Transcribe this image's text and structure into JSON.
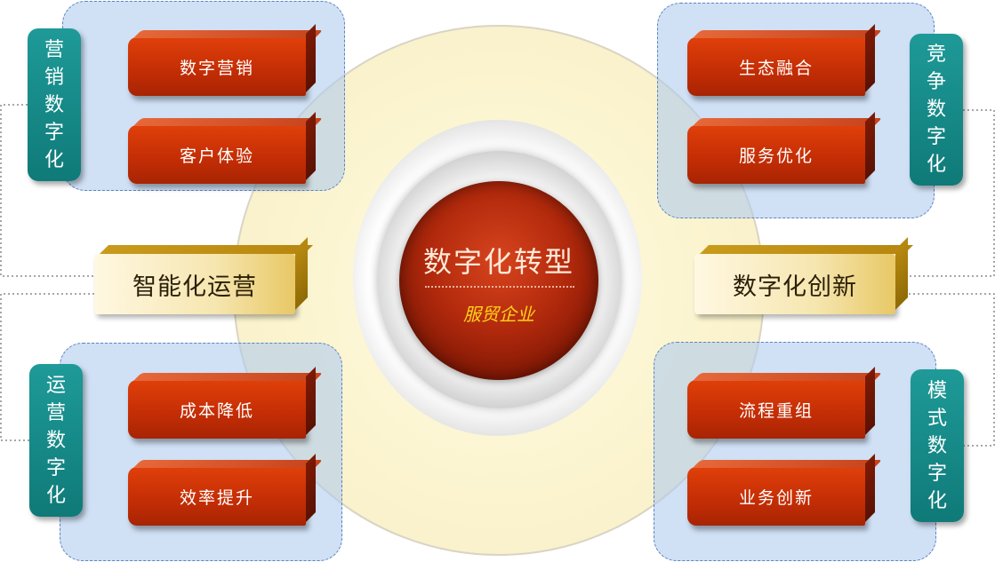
{
  "center": {
    "title": "数字化转型",
    "subtitle": "服贸企业"
  },
  "gold": {
    "left": "智能化运营",
    "right": "数字化创新"
  },
  "quadrants": {
    "top_left": {
      "label": [
        "营",
        "销",
        "数",
        "字",
        "化"
      ],
      "boxes": [
        "数字营销",
        "客户体验"
      ]
    },
    "top_right": {
      "label": [
        "竞",
        "争",
        "数",
        "字",
        "化"
      ],
      "boxes": [
        "生态融合",
        "服务优化"
      ]
    },
    "bottom_left": {
      "label": [
        "运",
        "营",
        "数",
        "字",
        "化"
      ],
      "boxes": [
        "成本降低",
        "效率提升"
      ]
    },
    "bottom_right": {
      "label": [
        "模",
        "式",
        "数",
        "字",
        "化"
      ],
      "boxes": [
        "流程重组",
        "业务创新"
      ]
    }
  },
  "colors": {
    "red_box": "#c52e05",
    "teal_label": "#0f7a78",
    "gold_bar": "#e8c866",
    "panel_fill": "#b0ccee",
    "core": "#b1290c",
    "subtitle": "#ffd21a"
  }
}
